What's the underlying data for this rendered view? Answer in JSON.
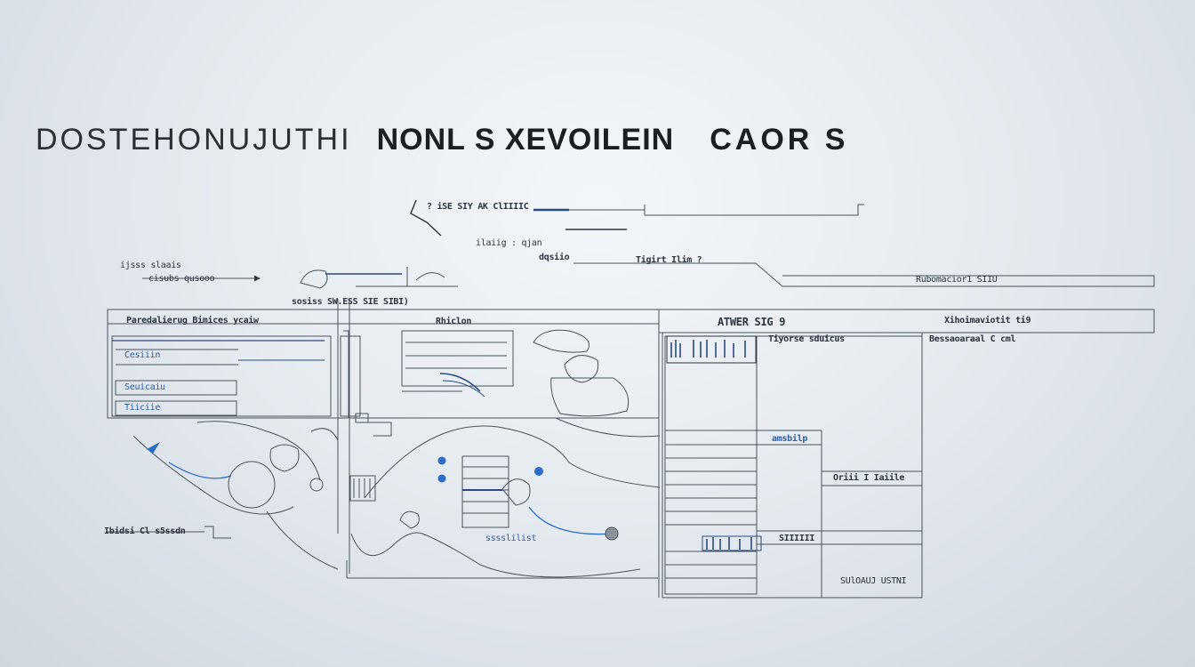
{
  "title": {
    "part1": "DOSTEHONUJUTHI",
    "part2": "NONL S XEVOILEIN",
    "part3": "CAOR S"
  },
  "labels": {
    "top_header": "? iSE SIY AK ClIIIIC",
    "top_sub": "ilaiig : qjan",
    "top_sub2": "dqsiio",
    "top_sub3": "Tigirt Ilim ?",
    "right_header": "Rubomacior1 SIIU",
    "left_note1": "ijsss slaais",
    "left_note2": "cisubs qusooo",
    "mid_label": "sosiss SW.ESS SIE SIBI)",
    "left_box_title": "Paredalierug Bimices ycaiw",
    "mid_box_title": "Rhiclon",
    "right_box_header_a": "ATWER SIG 9",
    "right_box_header_b": "Xihoimaviotit ti9",
    "right_col_a": "Tiyorse sduicus",
    "right_col_b": "Bessaoaraal C cml",
    "right_mid_label": "Oriii I Iaiile",
    "right_mid_small": "amsbilp",
    "right_bottom_label": "SIIIIII",
    "right_foot": "SUlOAUJ USTNI",
    "bottom_left_label": "Ibidsi Cl s5ssdn",
    "mid_small_blue": "sssslilist",
    "left_row1": "Cesiiin",
    "left_row2": "Seuicaiu",
    "left_row3": "Tiiciie"
  }
}
